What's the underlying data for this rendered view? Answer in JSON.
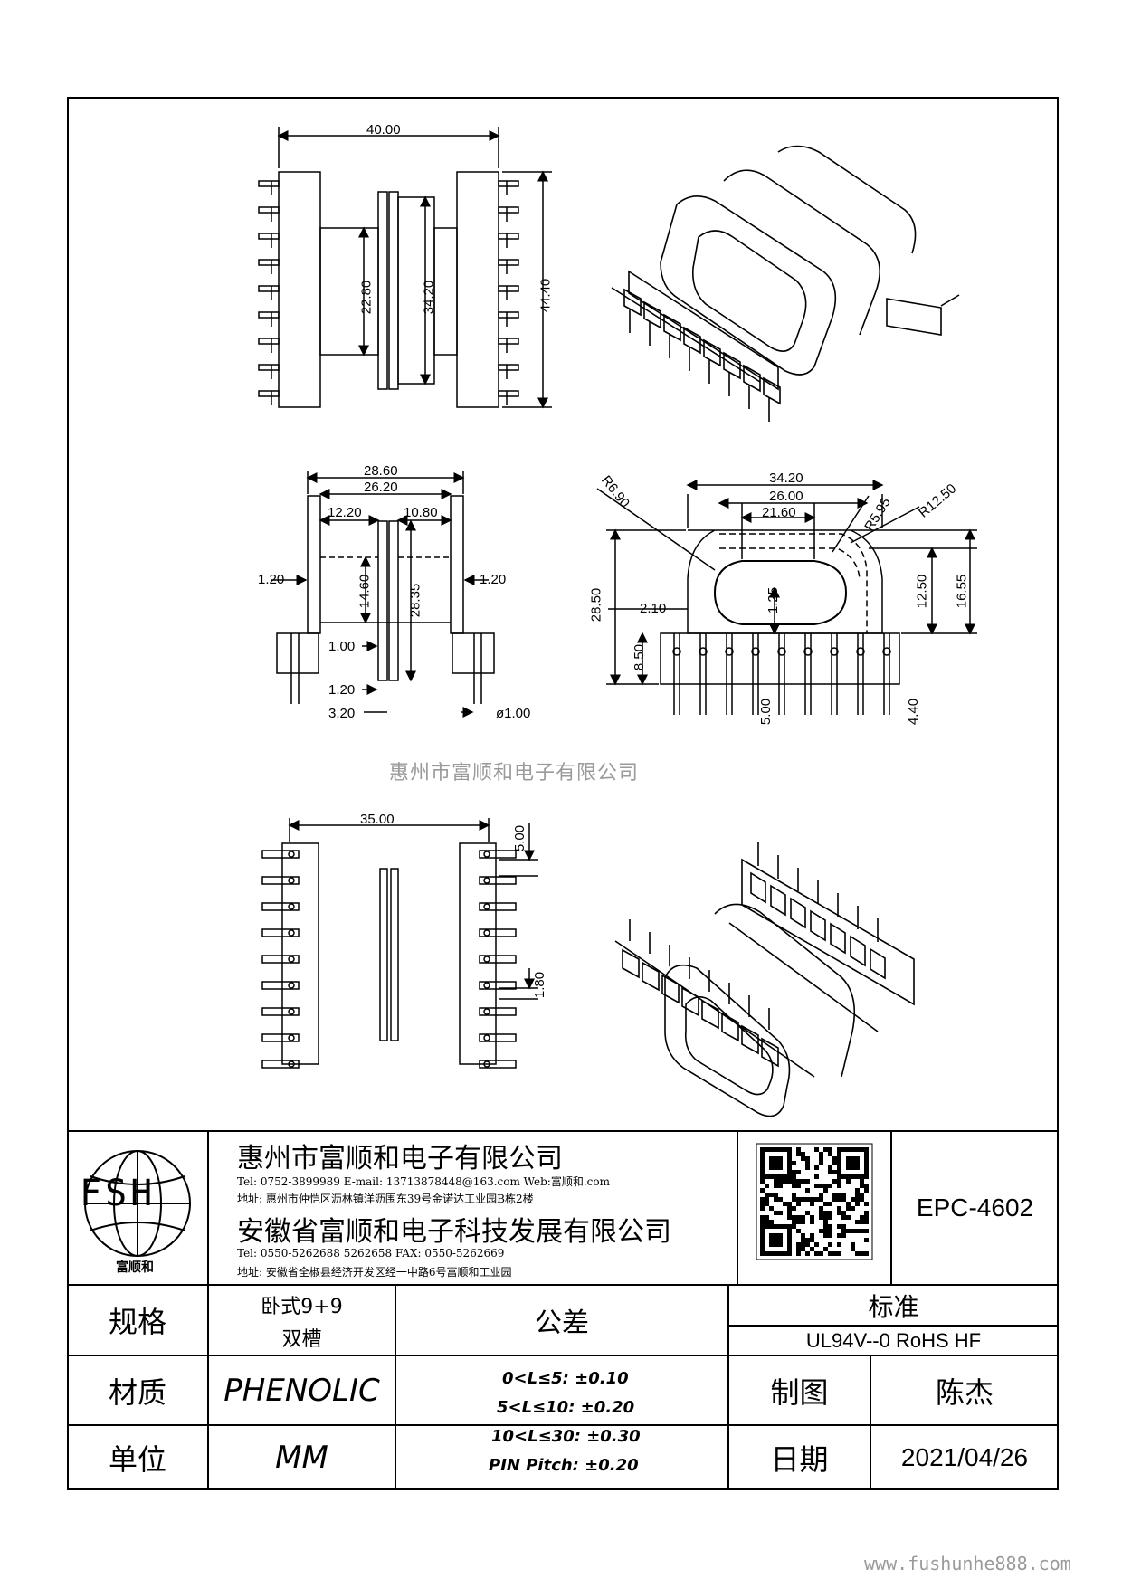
{
  "watermark": "惠州市富顺和电子有限公司",
  "website": "www.fushunhe888.com",
  "company": {
    "name1": "惠州市富顺和电子有限公司",
    "contact1": "Tel:  0752-3899989  E-mail: 13713878448@163.com  Web:富顺和.com",
    "address1": "地址: 惠州市仲恺区沥林镇洋沥围东39号金诺达工业园B栋2楼",
    "name2": "安徽省富顺和电子科技发展有限公司",
    "contact2": "Tel:  0550-5262688  5262658     FAX:  0550-5262669",
    "address2": "地址: 安徽省全椒县经济开发区经一中路6号富顺和工业园",
    "logo_text": "FSH",
    "logo_caption": "富顺和"
  },
  "part_number": "EPC-4602",
  "table": {
    "spec_label": "规格",
    "spec_value_1": "卧式9+9",
    "spec_value_2": "双槽",
    "material_label": "材质",
    "material_value": "PHENOLIC",
    "unit_label": "单位",
    "unit_value": "MM",
    "tolerance_label": "公差",
    "tolerances": [
      "0<L≤5: ±0.10",
      "5<L≤10: ±0.20",
      "10<L≤30: ±0.30",
      "PIN Pitch: ±0.20"
    ],
    "standard_label": "标准",
    "standard_value": "UL94V--0  RoHS HF",
    "drawn_label": "制图",
    "drawn_value": "陈杰",
    "date_label": "日期",
    "date_value": "2021/04/26"
  },
  "dimensions": {
    "top_view": {
      "width": "40.00",
      "inner": "22.80",
      "flange": "34.20",
      "height": "44.40"
    },
    "side_view": {
      "w1": "28.60",
      "w2": "26.20",
      "left": "12.20",
      "right": "10.80",
      "wall_l": "1.20",
      "wall_r": "1.20",
      "core": "14.60",
      "total": "28.35",
      "base": "1.00",
      "gap": "1.20",
      "pin_off": "3.20",
      "pin_dia": "ø1.00"
    },
    "front_view": {
      "w1": "34.20",
      "w2": "26.00",
      "w3": "21.60",
      "r1": "R6.90",
      "r2": "R5.95",
      "r3": "R12.50",
      "h": "28.50",
      "h2": "12.50",
      "h3": "16.55",
      "c": "1.25",
      "side": "2.10",
      "base": "8.50",
      "pitch": "5.00",
      "pin": "4.40"
    },
    "bottom_view": {
      "width": "35.00",
      "top": "5.00",
      "pitch": "1.80"
    }
  }
}
